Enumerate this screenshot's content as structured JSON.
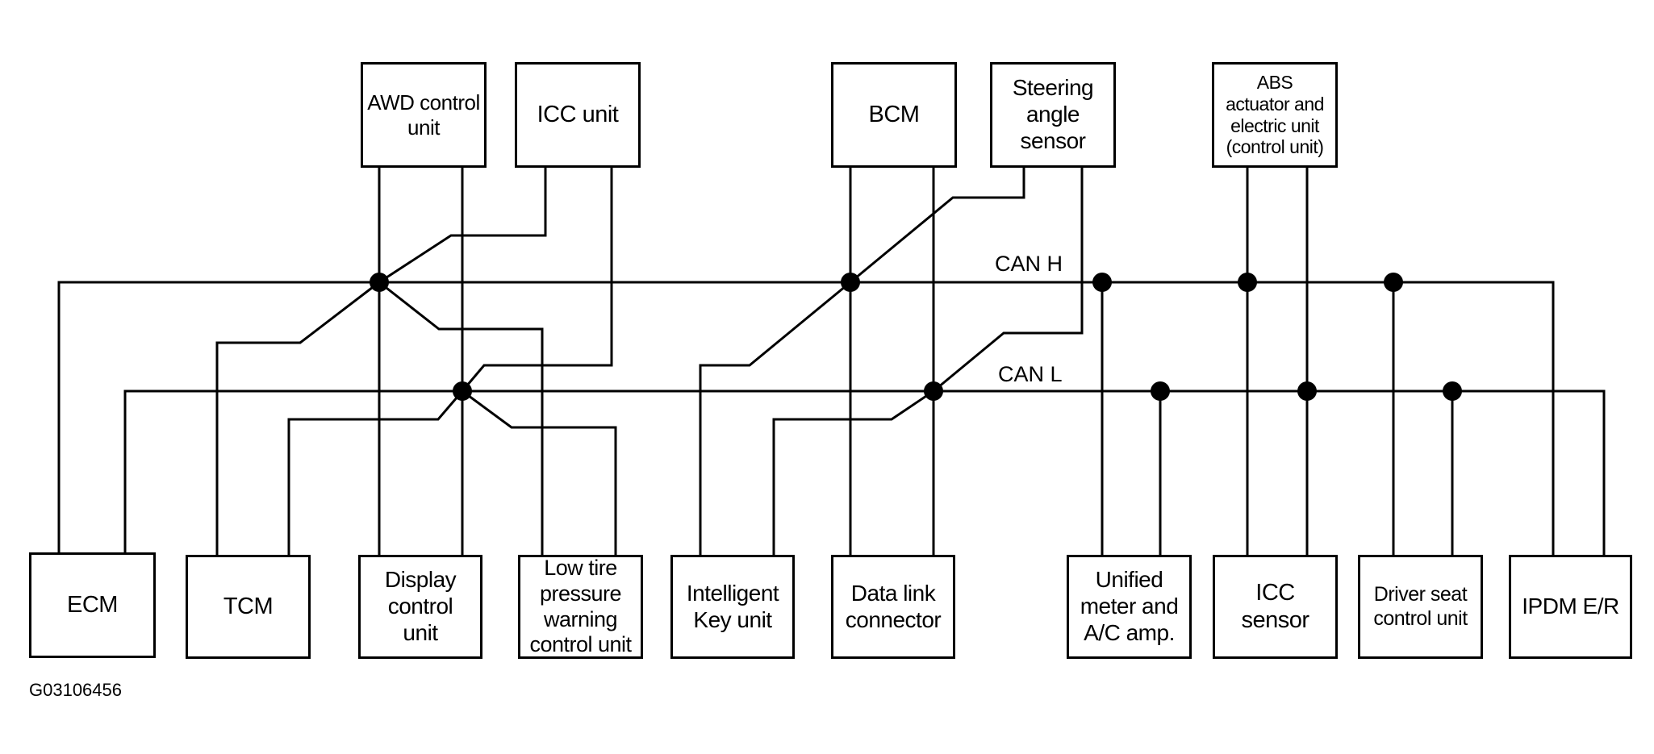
{
  "figure_id": "G03106456",
  "buses": {
    "can_h": "CAN H",
    "can_l": "CAN L"
  },
  "units": {
    "awd": "AWD control\nunit",
    "icc_unit": "ICC unit",
    "bcm": "BCM",
    "steering": "Steering\nangle\nsensor",
    "abs": "ABS\nactuator and\nelectric unit\n(control unit)",
    "ecm": "ECM",
    "tcm": "TCM",
    "display": "Display\ncontrol\nunit",
    "low_tire": "Low tire\npressure\nwarning\ncontrol unit",
    "ikey": "Intelligent\nKey unit",
    "dlc": "Data link\nconnector",
    "meter": "Unified\nmeter and\nA/C amp.",
    "icc_sensor": "ICC\nsensor",
    "seat": "Driver seat\ncontrol unit",
    "ipdm": "IPDM E/R"
  }
}
